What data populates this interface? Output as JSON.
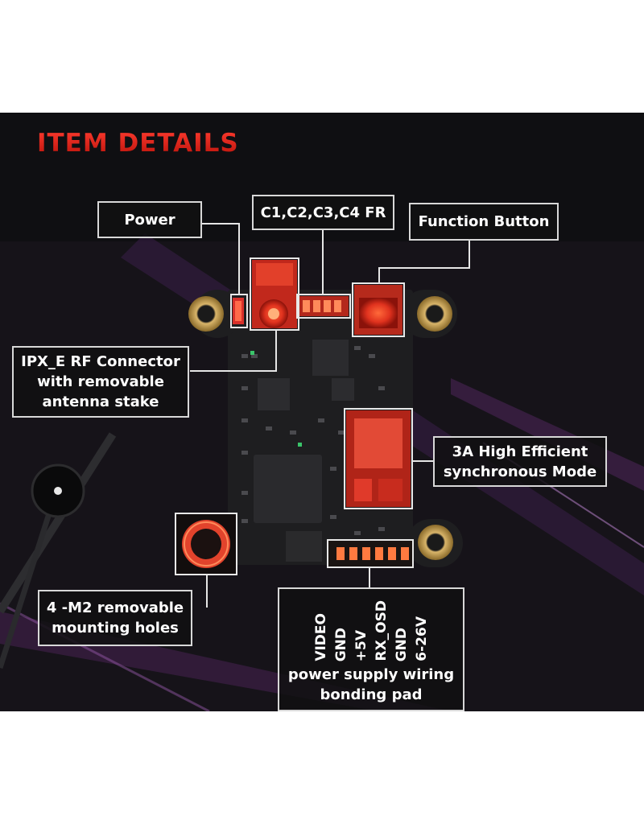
{
  "title": "ITEM DETAILS",
  "labels": {
    "power": "Power",
    "channels": "C1,C2,C3,C4 FR",
    "function_button": "Function Button",
    "ipx_line1": "IPX_E RF Connector",
    "ipx_line2": "with removable",
    "ipx_line3": "antenna stake",
    "mode_line1": "3A High Efficient",
    "mode_line2": "synchronous Mode",
    "mount_line1": "4 -M2 removable",
    "mount_line2": "mounting holes",
    "pad_line1": "power supply wiring",
    "pad_line2": "bonding pad"
  },
  "pins": [
    "VIDEO",
    "GND",
    "+5V",
    "RX_OSD",
    "GND",
    "6-26V"
  ],
  "colors": {
    "title_red": "#e1251b",
    "highlight_red": "#e23b2a",
    "pcb": "#1c1c1e",
    "gold": "#b8944a"
  }
}
